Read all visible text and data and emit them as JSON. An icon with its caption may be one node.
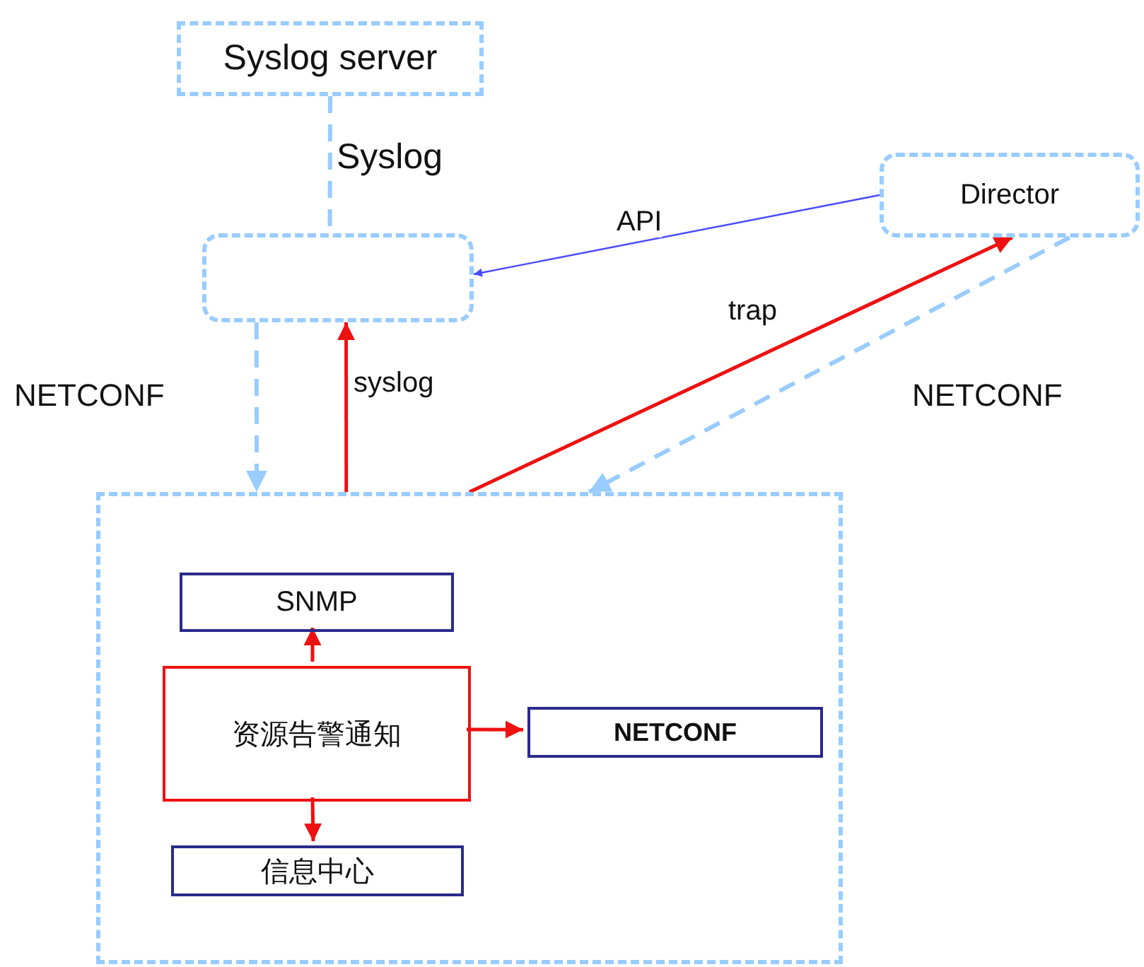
{
  "diagram": {
    "nodes": [
      {
        "text": [
          "Syslog server"
        ]
      },
      {
        "text": [],
        "shape": "box"
      },
      {
        "text": [
          "Director"
        ]
      },
      {
        "text": [],
        "shape": "box"
      },
      {
        "text": [
          "SNMP"
        ],
        "in": 3
      },
      {
        "text": [
          "资源告警通知"
        ],
        "in": 3
      },
      {
        "text": [
          "NETCONF"
        ],
        "in": 3
      },
      {
        "text": [
          "信息中心"
        ],
        "in": 3
      }
    ],
    "edges": [
      {
        "from": 0,
        "to": 1,
        "arrow": "none",
        "label": "Syslog",
        "style": "dashed",
        "color": "#99ccff"
      },
      {
        "from": 2,
        "to": 1,
        "arrow": "to",
        "label": "API",
        "color": "#4a4aff"
      },
      {
        "from": 3,
        "to": 2,
        "arrow": "to",
        "label": "trap"
      },
      {
        "from": 2,
        "to": 3,
        "arrow": "to",
        "label": "NETCONF",
        "style": "dashed",
        "color": "#99ccff"
      },
      {
        "from": 1,
        "to": 3,
        "arrow": "to",
        "label": "NETCONF",
        "style": "dashed",
        "color": "#99ccff"
      },
      {
        "from": 3,
        "to": 1,
        "arrow": "to",
        "label": "syslog"
      },
      {
        "from": 5,
        "to": 4,
        "arrow": "to"
      },
      {
        "from": 5,
        "to": 6,
        "arrow": "to"
      },
      {
        "from": 5,
        "to": 7,
        "arrow": "to"
      }
    ]
  }
}
